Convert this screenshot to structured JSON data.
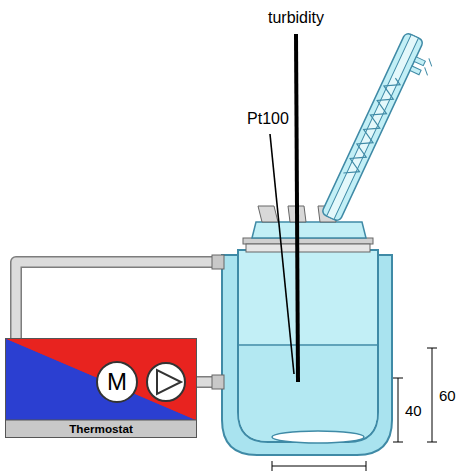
{
  "diagram": {
    "nodes": [
      {
        "text": [
          "Thermostat"
        ]
      },
      {
        "text": [
          "M"
        ],
        "in": 0
      }
    ],
    "labels": [
      "turbidity",
      "Pt100",
      "40",
      "60"
    ]
  }
}
